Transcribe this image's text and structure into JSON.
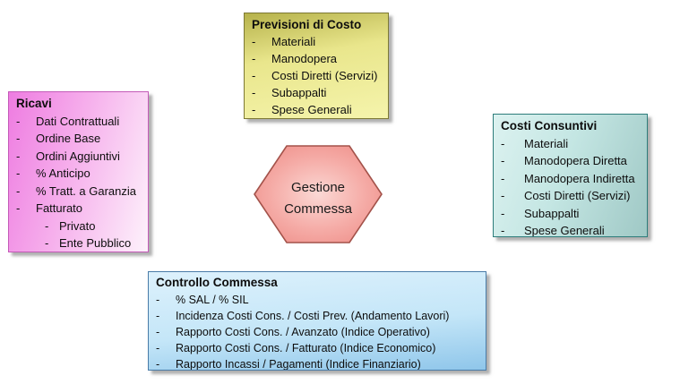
{
  "page": {
    "background": "#FFFFFF",
    "shadow_color": "rgba(110,110,110,0.55)"
  },
  "hexagon": {
    "label_line1": "Gestione",
    "label_line2": "Commessa",
    "fill_center": "#FBD8D4",
    "fill_mid": "#F5ABA6",
    "fill_edge": "#EE8B85",
    "border": "#A3524A"
  },
  "boxes": [
    {
      "id": "previsioni-di-costo",
      "title": "Previsioni di Costo",
      "items": [
        {
          "dash": "-",
          "label": "Materiali",
          "level": 1
        },
        {
          "dash": "-",
          "label": "Manodopera",
          "level": 1
        },
        {
          "dash": "-",
          "label": "Costi Diretti (Servizi)",
          "level": 1
        },
        {
          "dash": "-",
          "label": "Subappalti",
          "level": 1
        },
        {
          "dash": "-",
          "label": "Spese Generali",
          "level": 1
        }
      ],
      "colors": {
        "angle": "170deg",
        "stops": [
          "#B6B24B 0%",
          "#E9E68C 40%",
          "#F5F4AC 100%"
        ],
        "border": "#7D7935"
      }
    },
    {
      "id": "ricavi",
      "title": "Ricavi",
      "items": [
        {
          "dash": "-",
          "label": "Dati Contrattuali",
          "level": 1
        },
        {
          "dash": "-",
          "label": "Ordine Base",
          "level": 1
        },
        {
          "dash": "-",
          "label": "Ordini Aggiuntivi",
          "level": 1
        },
        {
          "dash": "-",
          "label": "% Anticipo",
          "level": 1
        },
        {
          "dash": "-",
          "label": "% Tratt. a Garanzia",
          "level": 1
        },
        {
          "dash": "-",
          "label": "Fatturato",
          "level": 1
        },
        {
          "dash": "-",
          "label": "Privato",
          "level": 2
        },
        {
          "dash": "-",
          "label": "Ente Pubblico",
          "level": 2
        }
      ],
      "colors": {
        "angle": "105deg",
        "stops": [
          "#EE7CE1 0%",
          "#F6AFEC 45%",
          "#FDF2FB 100%"
        ],
        "border": "#C45AB8"
      }
    },
    {
      "id": "costi-consuntivi",
      "title": "Costi Consuntivi",
      "items": [
        {
          "dash": "-",
          "label": "Materiali",
          "level": 1
        },
        {
          "dash": "-",
          "label": "Manodopera Diretta",
          "level": 1
        },
        {
          "dash": "-",
          "label": "Manodopera Indiretta",
          "level": 1
        },
        {
          "dash": "-",
          "label": "Costi Diretti (Servizi)",
          "level": 1
        },
        {
          "dash": "-",
          "label": "Subappalti",
          "level": 1
        },
        {
          "dash": "-",
          "label": "Spese Generali",
          "level": 1
        }
      ],
      "colors": {
        "angle": "110deg",
        "stops": [
          "#DCF2F0 0%",
          "#C4E6E3 45%",
          "#9FC8C5 100%"
        ],
        "border": "#2E7D7B"
      }
    },
    {
      "id": "controllo-commessa",
      "title": "Controllo Commessa",
      "items": [
        {
          "dash": "-",
          "label": "% SAL / % SIL",
          "level": 1
        },
        {
          "dash": "-",
          "label": "Incidenza Costi Cons. / Costi Prev. (Andamento Lavori)",
          "level": 1
        },
        {
          "dash": "-",
          "label": "Rapporto Costi Cons. / Avanzato (Indice Operativo)",
          "level": 1
        },
        {
          "dash": "-",
          "label": "Rapporto Costi Cons. / Fatturato (Indice Economico)",
          "level": 1
        },
        {
          "dash": "-",
          "label": "Rapporto Incassi / Pagamenti (Indice Finanziario)",
          "level": 1
        }
      ],
      "colors": {
        "angle": "175deg",
        "stops": [
          "#DDF1FC 0%",
          "#C4E6F8 55%",
          "#8FC6EA 100%"
        ],
        "border": "#4A7CA8"
      }
    }
  ]
}
